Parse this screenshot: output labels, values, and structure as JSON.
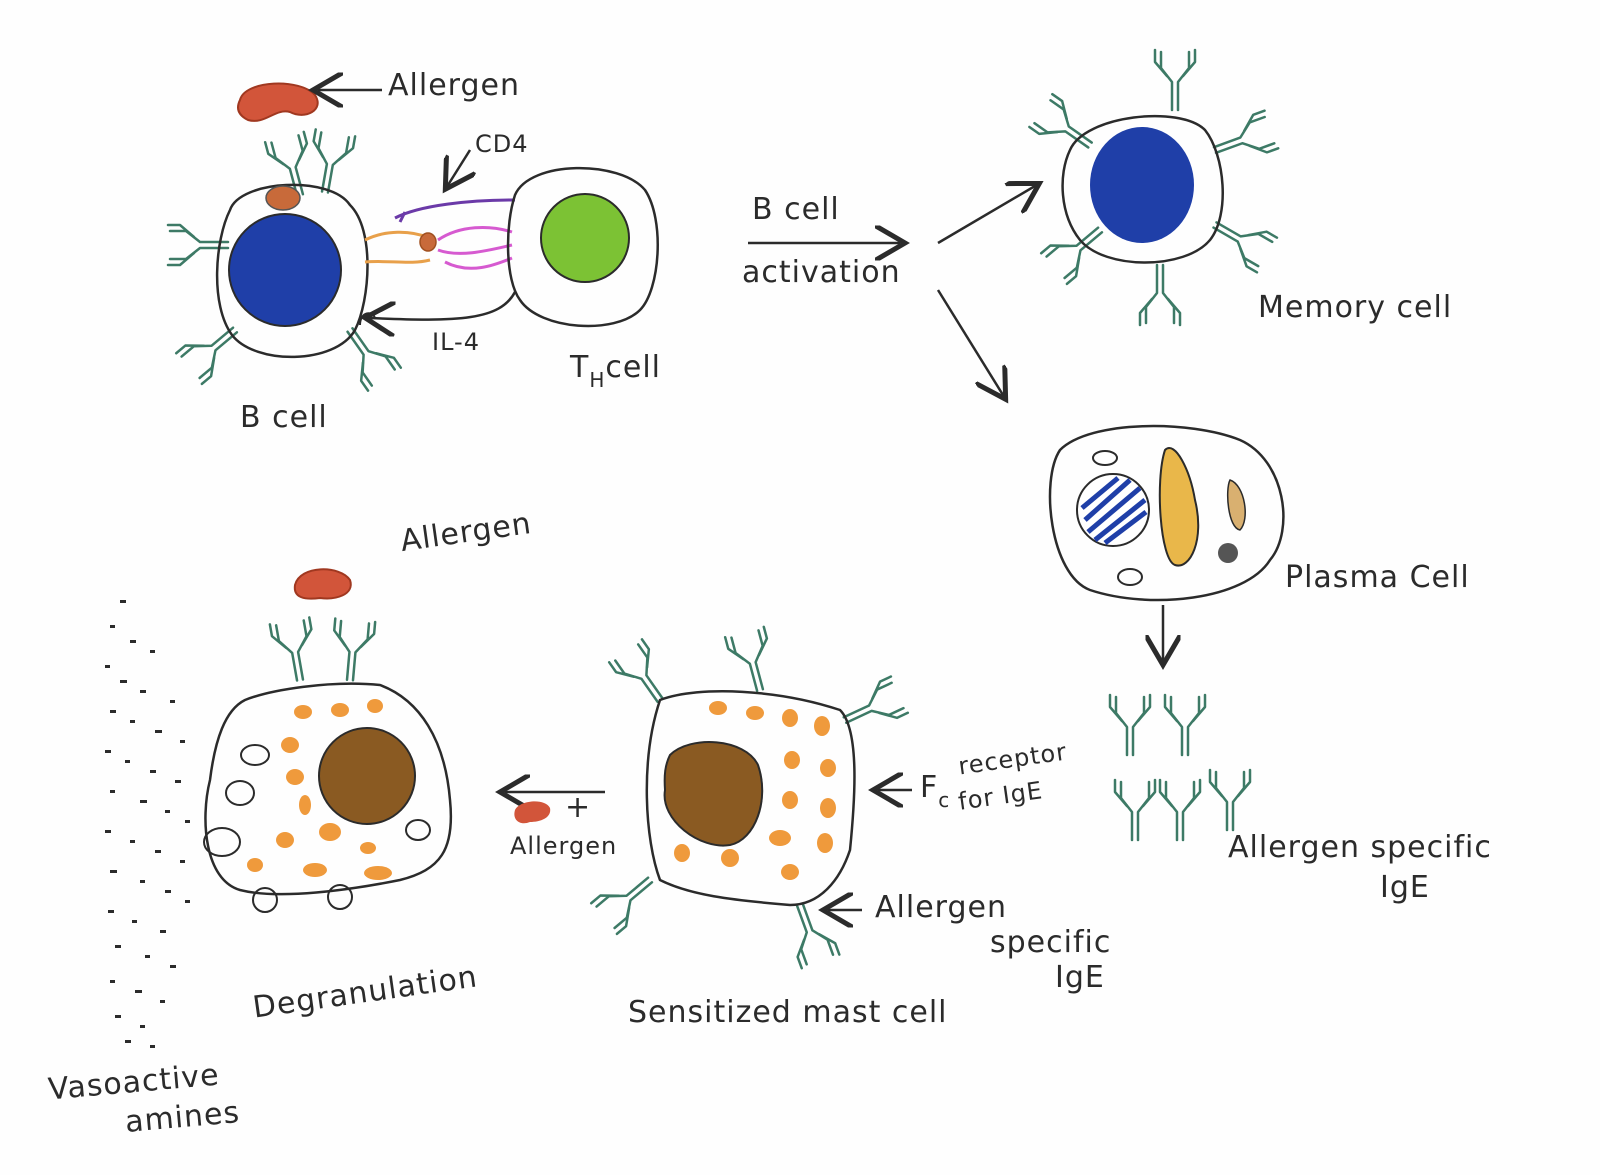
{
  "diagram": {
    "title": "Allergen sensitization and mast cell degranulation",
    "colors": {
      "ink": "#2b2b2b",
      "antibody": "#3d7a66",
      "nucleus_blue": "#1f3fa8",
      "nucleus_green": "#7cc234",
      "allergen": "#d2553a",
      "granule": "#ef9a3c",
      "mast_nucleus": "#8a5a22",
      "cd4": "#6b3aa8",
      "tcr": "#d65ad0",
      "mhc": "#e8a04a"
    }
  },
  "labels": {
    "allergen_top": "Allergen",
    "cd4": "CD4",
    "il4": "IL-4",
    "b_cell": "B cell",
    "th_cell_main": "T",
    "th_cell_sub": "H",
    "th_cell_suffix": "cell",
    "b_cell_activation_top": "B cell",
    "b_cell_activation_bottom": "activation",
    "memory_cell": "Memory cell",
    "plasma_cell": "Plasma Cell",
    "allergen_specific_ige_line1": "Allergen specific",
    "allergen_specific_ige_line2": "IgE",
    "fc_main": "F",
    "fc_sub": "c",
    "fc_receptor_line1": "receptor",
    "fc_receptor_line2": "for IgE",
    "mast_allergen_specific_line1": "Allergen",
    "mast_allergen_specific_line2": "specific",
    "mast_allergen_specific_line3": "IgE",
    "sensitized_mast_cell": "Sensitized mast cell",
    "plus_sign": "+",
    "allergen_incoming": "Allergen",
    "allergen_degranulation": "Allergen",
    "degranulation": "Degranulation",
    "vasoactive_line1": "Vasoactive",
    "vasoactive_line2": "amines"
  }
}
